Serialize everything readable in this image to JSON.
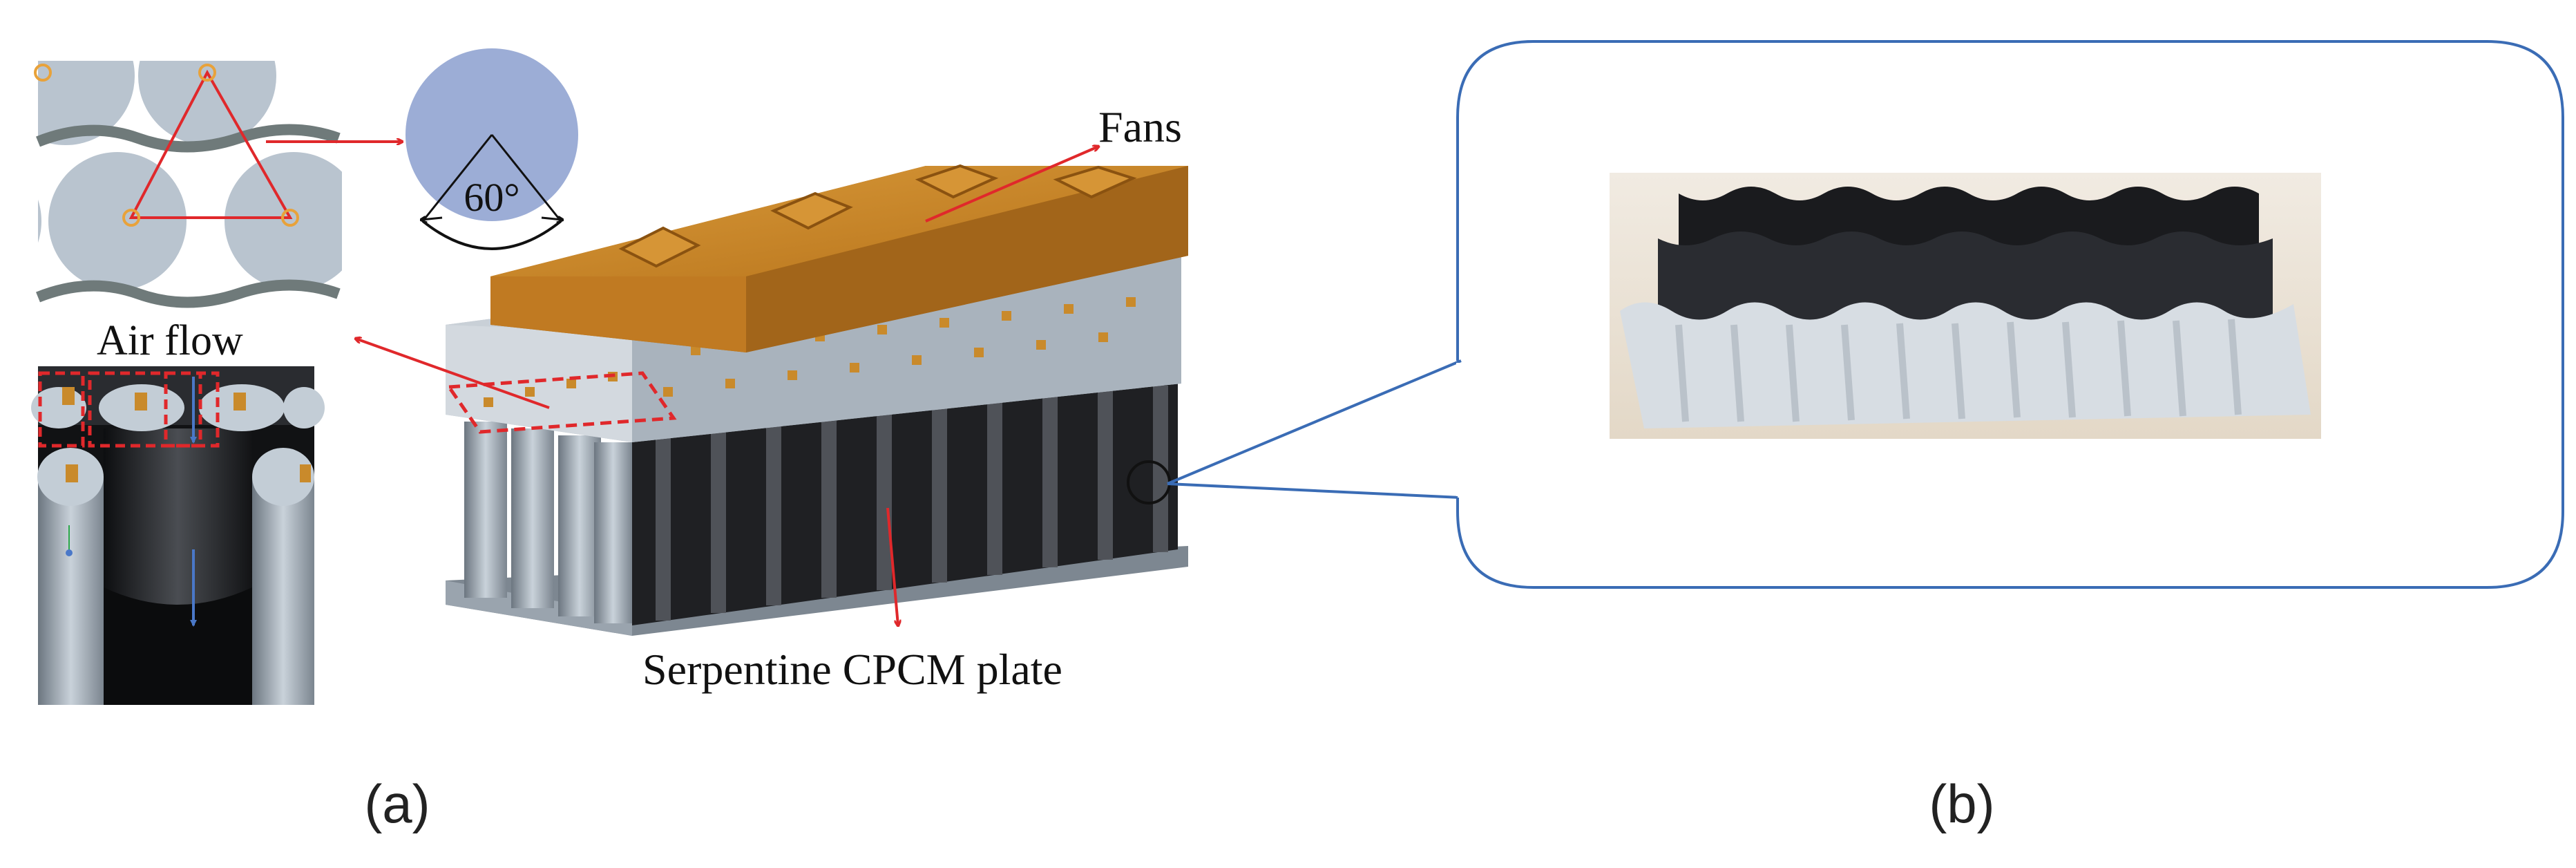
{
  "panel_a": {
    "angle_label": "60°",
    "airflow_label": "Air flow",
    "fans_label": "Fans",
    "plate_label": "Serpentine CPCM plate",
    "caption": "(a)"
  },
  "panel_b": {
    "caption": "(b)"
  },
  "colors": {
    "annotation_red": "#e0282b",
    "callout_blue": "#3a6cb5",
    "fan_orange": "#c9801c",
    "cell_gray": "#b9c4cf",
    "cpcm_black": "#1e1f22"
  }
}
